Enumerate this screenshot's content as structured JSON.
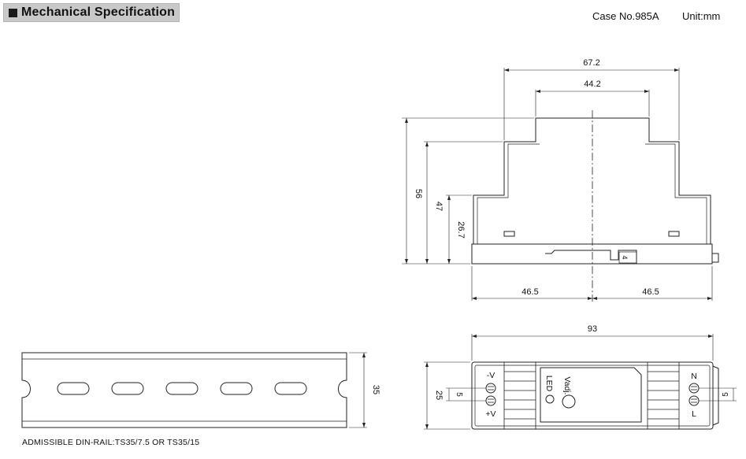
{
  "header": {
    "title": "Mechanical Specification",
    "case_no": "Case No.985A",
    "unit": "Unit:mm"
  },
  "side_view": {
    "dim_total_width": "67.2",
    "dim_upper_width": "44.2",
    "dim_height_56": "56",
    "dim_height_47": "47",
    "dim_height_26_7": "26.7",
    "dim_left_half": "46.5",
    "dim_right_half": "46.5",
    "dim_clip": "4"
  },
  "front_view": {
    "dim_length": "93",
    "dim_height": "25",
    "dim_left_terminal": "5",
    "dim_right_terminal": "5",
    "label_minus_v": "-V",
    "label_plus_v": "+V",
    "label_led": "LED",
    "label_vadj": "Vadj.",
    "label_n": "N",
    "label_l": "L"
  },
  "din_rail": {
    "dim_height": "35",
    "note": "ADMISSIBLE DIN-RAIL:TS35/7.5 OR TS35/15"
  }
}
